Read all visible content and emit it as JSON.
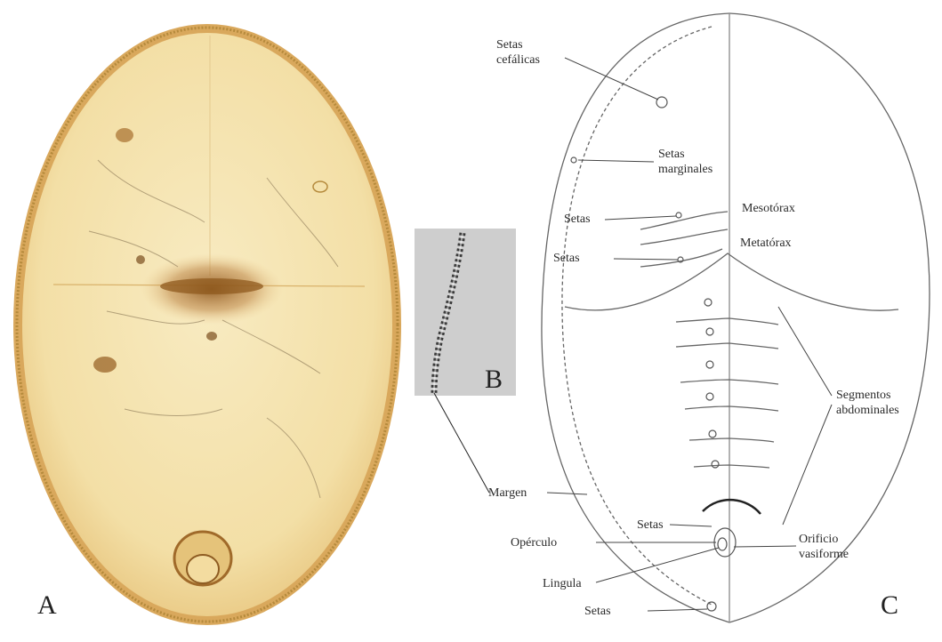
{
  "panels": {
    "a": "A",
    "b": "B",
    "c": "C"
  },
  "labels": {
    "setas_cefalicas": "Setas\ncefálicas",
    "setas_marginales": "Setas\nmarginales",
    "setas_1": "Setas",
    "setas_2": "Setas",
    "mesotorax": "Mesotórax",
    "metatorax": "Metatórax",
    "segmentos_abdominales": "Segmentos\nabdominales",
    "margen": "Margen",
    "setas_3": "Setas",
    "operculo": "Opérculo",
    "orificio_vasiforme": "Orificio\nvasiforme",
    "lingula": "Lingula",
    "setas_4": "Setas"
  },
  "colors": {
    "specimen_fill": "#f6e6b4",
    "specimen_border": "#b58a3c",
    "stain": "#8f5a1e",
    "drawing_line": "#555555"
  }
}
